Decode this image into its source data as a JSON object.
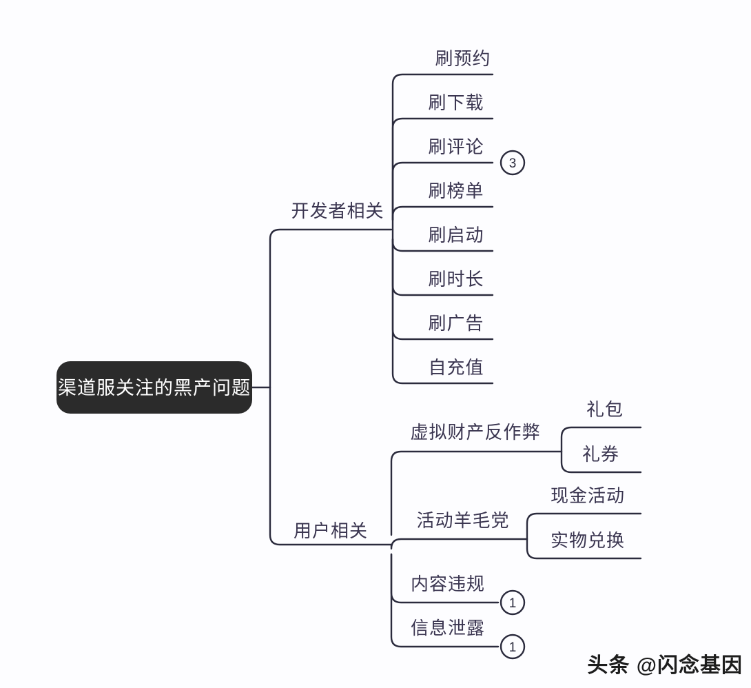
{
  "diagram": {
    "type": "mindmap",
    "title": "渠道服关注的黑产问题",
    "background_color": "#fdfdff",
    "line_color": "#2b2b3d",
    "root_fill_color": "#2b2b2b",
    "root_text_color": "#ffffff",
    "node_text_color": "#3a3550"
  },
  "root": {
    "label": "渠道服关注的黑产问题"
  },
  "branches": [
    {
      "label": "开发者相关",
      "children": [
        {
          "label": "刷预约",
          "badge": ""
        },
        {
          "label": "刷下载",
          "badge": ""
        },
        {
          "label": "刷评论",
          "badge": "3"
        },
        {
          "label": "刷榜单",
          "badge": ""
        },
        {
          "label": "刷启动",
          "badge": ""
        },
        {
          "label": "刷时长",
          "badge": ""
        },
        {
          "label": "刷广告",
          "badge": ""
        },
        {
          "label": "自充值",
          "badge": ""
        }
      ]
    },
    {
      "label": "用户相关",
      "children": [
        {
          "label": "虚拟财产反作弊",
          "badge": "",
          "children": [
            {
              "label": "礼包",
              "badge": ""
            },
            {
              "label": "礼券",
              "badge": ""
            }
          ]
        },
        {
          "label": "活动羊毛党",
          "badge": "",
          "children": [
            {
              "label": "现金活动",
              "badge": ""
            },
            {
              "label": "实物兑换",
              "badge": ""
            }
          ]
        },
        {
          "label": "内容违规",
          "badge": "1",
          "children": []
        },
        {
          "label": "信息泄露",
          "badge": "1",
          "children": []
        }
      ]
    }
  ],
  "watermark": {
    "label": "头条 @闪念基因"
  }
}
